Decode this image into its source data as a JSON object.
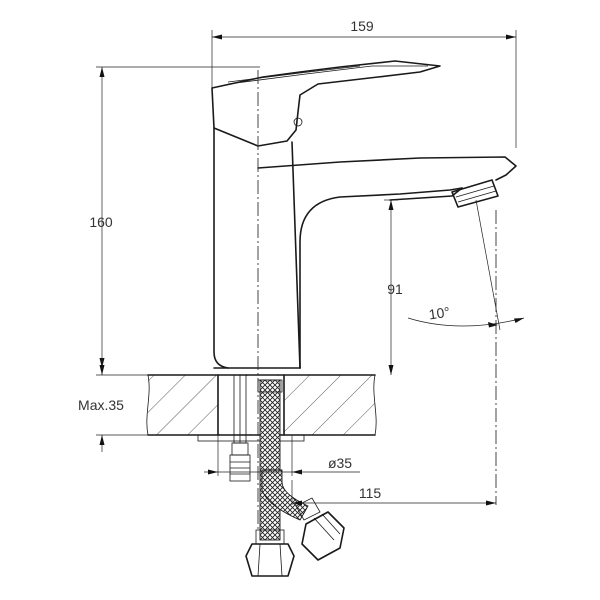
{
  "dimensions": {
    "overall_length": "159",
    "overall_height": "160",
    "spout_height": "91",
    "max_deck_thickness": "Max.35",
    "hole_diameter": "ø35",
    "spout_reach": "115",
    "aerator_angle": "10°"
  }
}
